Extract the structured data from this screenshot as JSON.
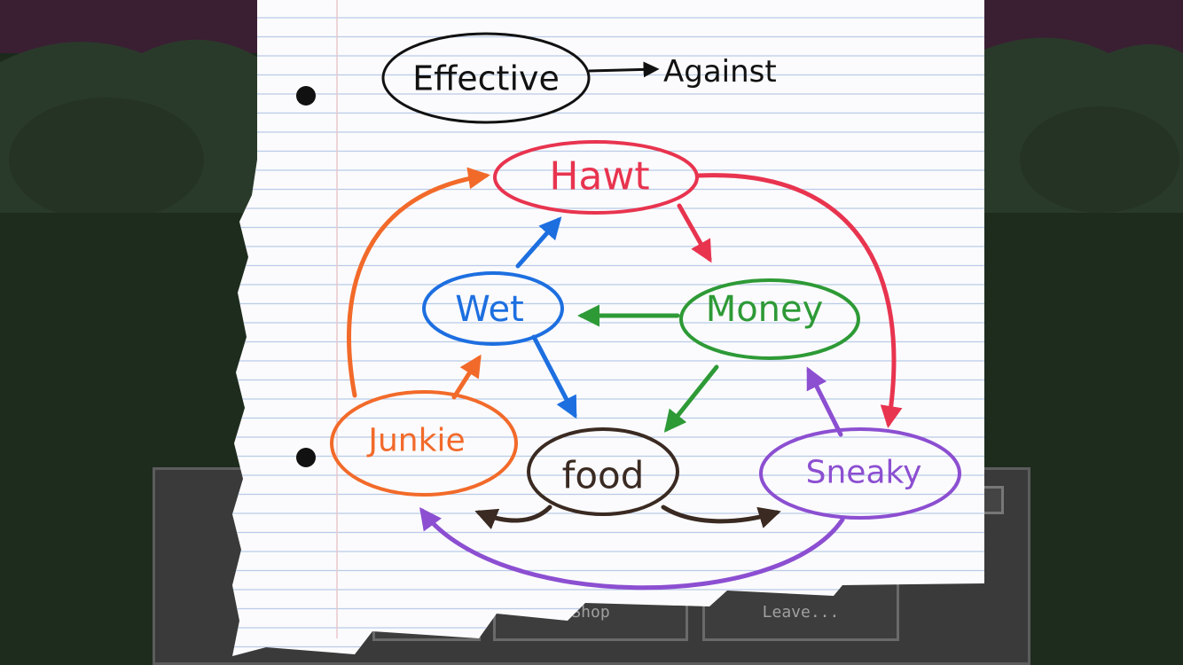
{
  "legend": {
    "effective": "Effective",
    "against": "Against"
  },
  "types": {
    "hawt": "Hawt",
    "wet": "Wet",
    "money": "Money",
    "junkie": "Junkie",
    "food": "food",
    "sneaky": "Sneaky"
  },
  "hud": {
    "shop_label": "Shop",
    "leave_label": "Leave..."
  },
  "colors": {
    "hawt": "#e8344f",
    "wet": "#1d6fe0",
    "money": "#2e9a36",
    "junkie": "#f26a2a",
    "food": "#3a2a22",
    "sneaky": "#8c4fd1",
    "legend": "#111111",
    "paper": "#fbfbfd",
    "rule": "#b9cbe6"
  }
}
